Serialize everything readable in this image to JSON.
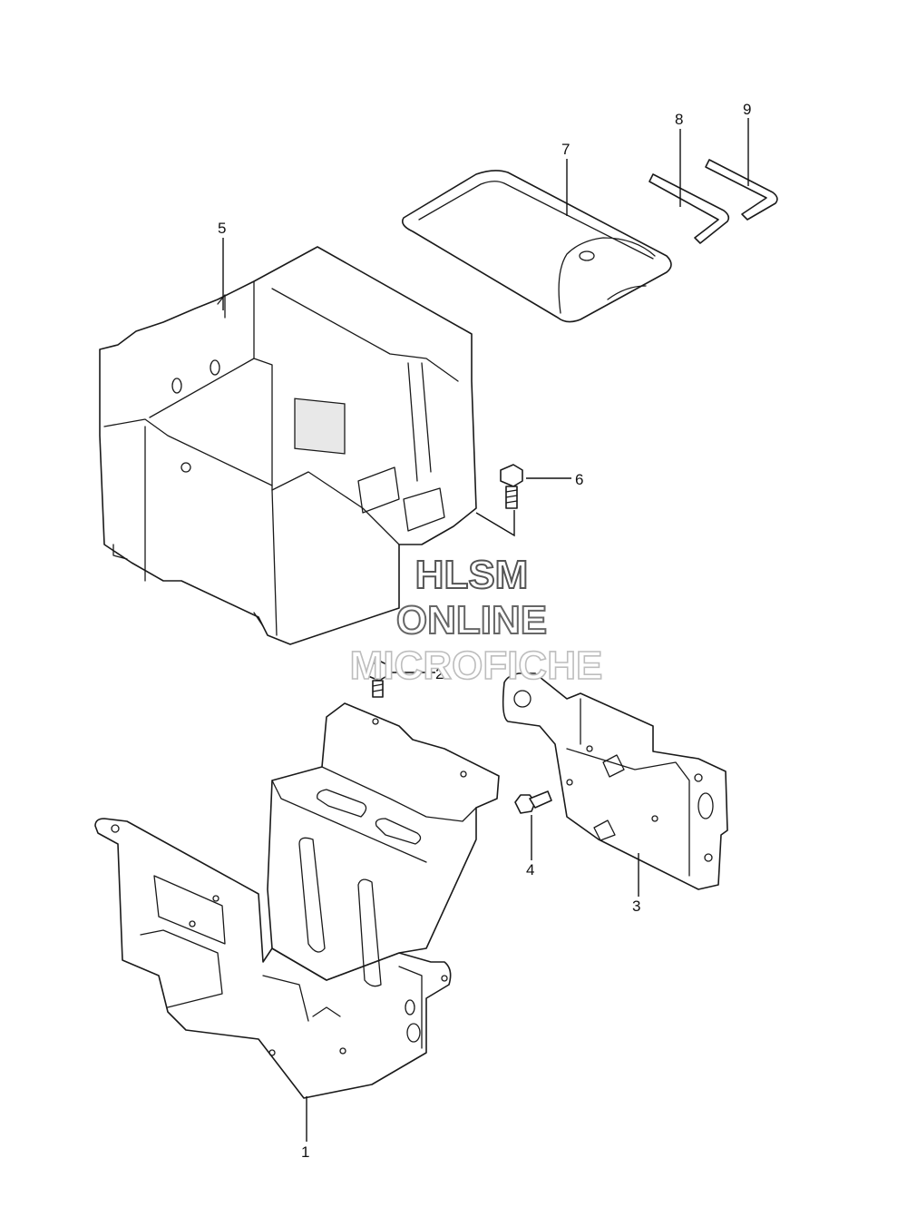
{
  "callouts": [
    {
      "id": "1",
      "label": "1"
    },
    {
      "id": "2",
      "label": "2"
    },
    {
      "id": "3",
      "label": "3"
    },
    {
      "id": "4",
      "label": "4"
    },
    {
      "id": "5",
      "label": "5"
    },
    {
      "id": "6",
      "label": "6"
    },
    {
      "id": "7",
      "label": "7"
    },
    {
      "id": "8",
      "label": "8"
    },
    {
      "id": "9",
      "label": "9"
    }
  ],
  "watermark": {
    "line1": "HLSM",
    "line2": "ONLINE",
    "line3": "MICROFICHE"
  }
}
